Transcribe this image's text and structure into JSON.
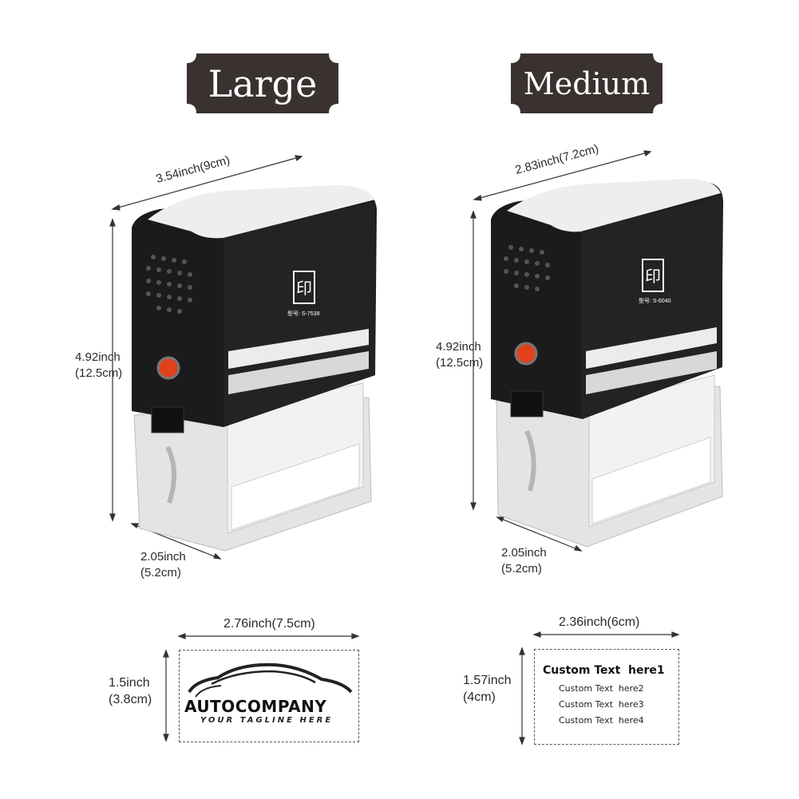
{
  "products": [
    {
      "size_label": "Large",
      "model_text": "型号: S-7538",
      "width_label": "3.54inch(9cm)",
      "height_label": [
        "4.92inch",
        "(12.5cm)"
      ],
      "depth_label": [
        "2.05inch",
        "(5.2cm)"
      ],
      "imprint_width_label": "2.76inch(7.5cm)",
      "imprint_height_label": [
        "1.5inch",
        "(3.8cm)"
      ],
      "imprint": {
        "brand": "AUTOCOMPANY",
        "tagline": "YOUR TAGLINE HERE"
      }
    },
    {
      "size_label": "Medium",
      "model_text": "型号: S-6040",
      "width_label": "2.83inch(7.2cm)",
      "height_label": [
        "4.92inch",
        "(12.5cm)"
      ],
      "depth_label": [
        "2.05inch",
        "(5.2cm)"
      ],
      "imprint_width_label": "2.36inch(6cm)",
      "imprint_height_label": [
        "1.57inch",
        "(4cm)"
      ],
      "imprint": {
        "lines": [
          "Custom Text  here1",
          "Custom Text  here2",
          "Custom Text  here3",
          "Custom Text  here4"
        ]
      }
    }
  ],
  "colors": {
    "banner": "#3a3230",
    "stamp_body": "#1a1a1c",
    "stamp_base": "#e6e6e6",
    "button": "#e0421c"
  }
}
